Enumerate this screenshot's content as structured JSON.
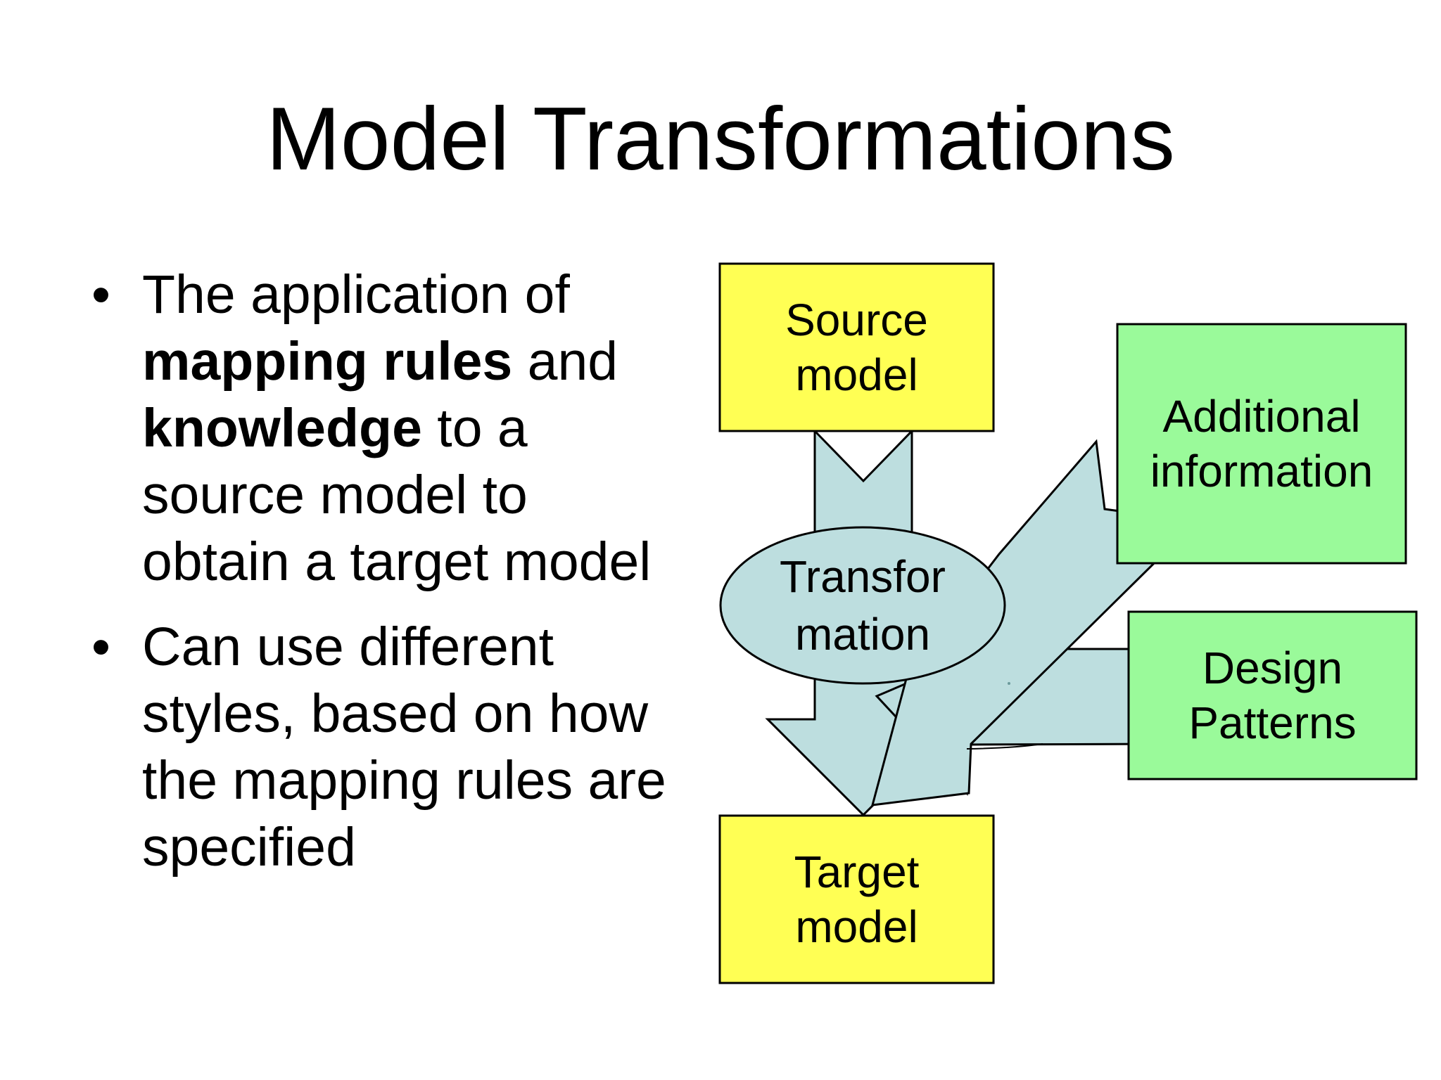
{
  "slide": {
    "title": "Model Transformations",
    "bullet_glyph": "•",
    "bullets": {
      "first": {
        "line1": "The application of",
        "line2_bold": "mapping rules",
        "line2_rest": " and",
        "line3_bold": "knowledge",
        "line3_rest": " to a",
        "line4": "source model to",
        "line5": "obtain a target model"
      },
      "second": {
        "line1": "Can use different",
        "line2": "styles, based on how",
        "line3": "the mapping rules are",
        "line4": "specified"
      }
    }
  },
  "diagram": {
    "colors": {
      "box_yellow": "#FFFF54",
      "box_green": "#9AFA9A",
      "arrow_blue": "#BDDEDF",
      "outline": "#000000",
      "text": "#000000",
      "background": "#FFFFFF"
    },
    "source_box": {
      "line1": "Source",
      "line2": "model"
    },
    "target_box": {
      "line1": "Target",
      "line2": "model"
    },
    "additional_box": {
      "line1": "Additional",
      "line2": "information"
    },
    "design_box": {
      "line1": "Design",
      "line2": "Patterns"
    },
    "transformation_ellipse": {
      "line1": "Transfor",
      "line2": "mation"
    }
  }
}
